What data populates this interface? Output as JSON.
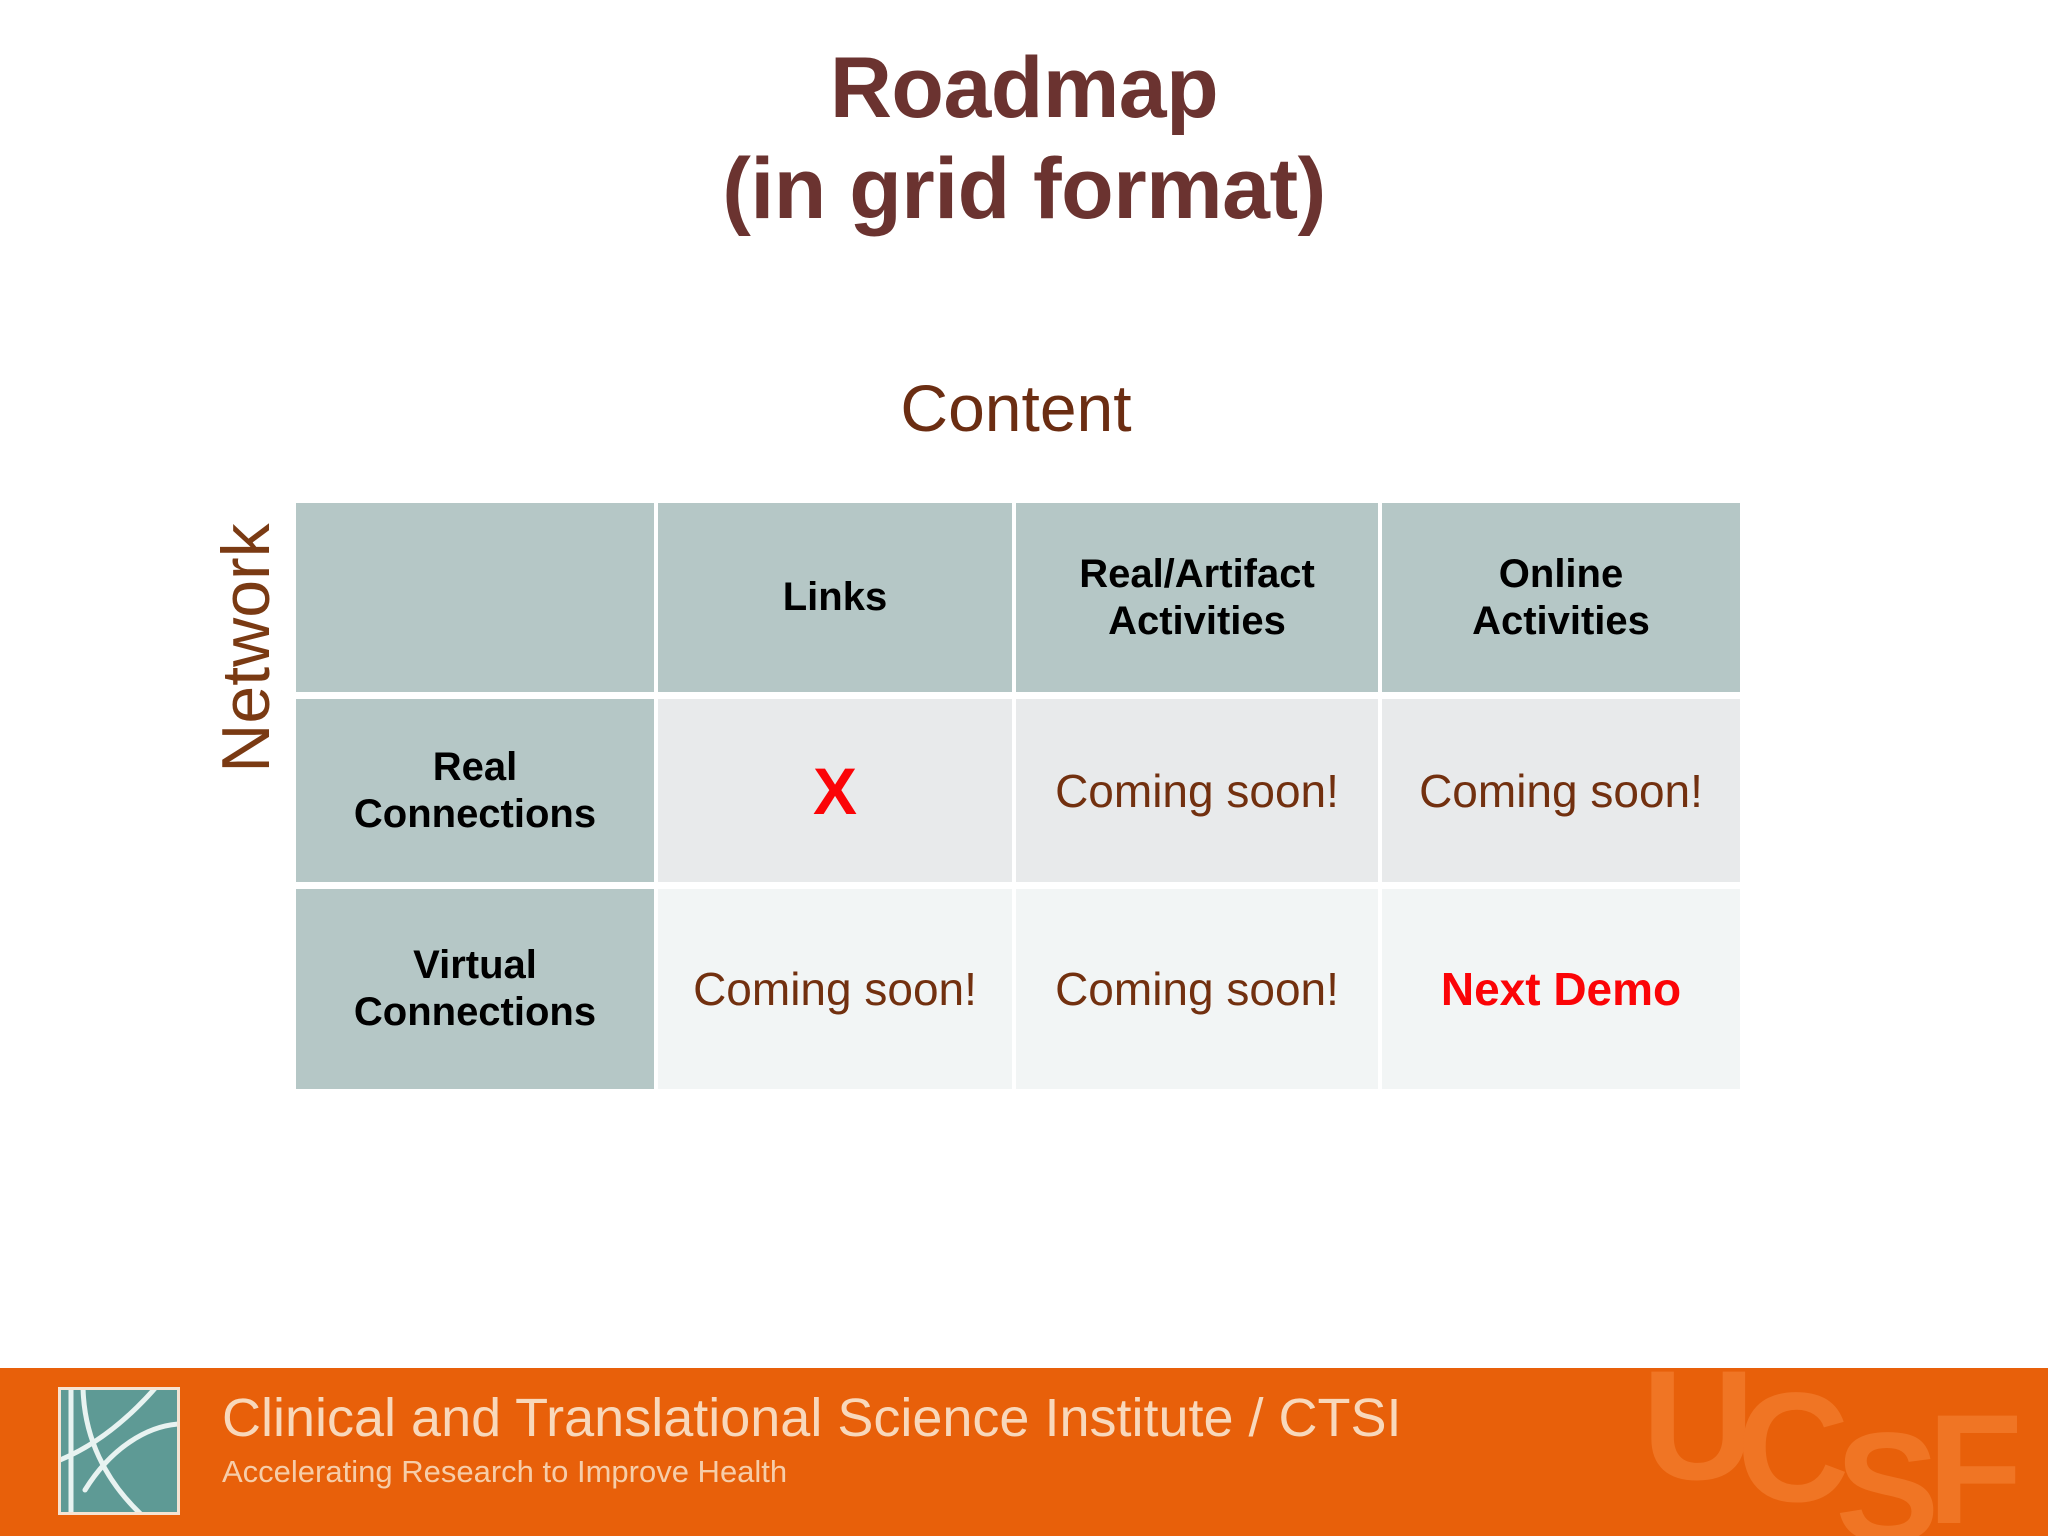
{
  "title": {
    "line1": "Roadmap",
    "line2": "(in grid format)",
    "color": "#6b3330"
  },
  "axes": {
    "column_axis_label": "Content",
    "row_axis_label": "Network",
    "label_color": "#6b2d12"
  },
  "grid": {
    "corner_cell": "",
    "column_headers": [
      "Links",
      "Real/Artifact Activities",
      "Online Activities"
    ],
    "column_headers_lines": [
      [
        "Links"
      ],
      [
        "Real/Artifact",
        "Activities"
      ],
      [
        "Online",
        "Activities"
      ]
    ],
    "rows": [
      {
        "header_lines": [
          "Real",
          "Connections"
        ],
        "cells": [
          {
            "text": "X",
            "style": "x-mark"
          },
          {
            "text": "Coming soon!",
            "style": "soon"
          },
          {
            "text": "Coming soon!",
            "style": "soon"
          }
        ]
      },
      {
        "header_lines": [
          "Virtual",
          "Connections"
        ],
        "cells": [
          {
            "text": "Coming soon!",
            "style": "soon"
          },
          {
            "text": "Coming soon!",
            "style": "soon"
          },
          {
            "text": "Next Demo",
            "style": "demo"
          }
        ]
      }
    ],
    "colors": {
      "header_bg": "#b5c7c6",
      "row1_bg": "#e8eaeb",
      "row2_bg": "#f2f5f5",
      "header_text": "#000000",
      "soon_text": "#72300f",
      "highlight_text": "#fb0407"
    }
  },
  "footer": {
    "title": "Clinical and Translational Science Institute / CTSI",
    "tagline": "Accelerating Research to Improve Health",
    "watermark": {
      "u": "U",
      "c": "C",
      "s": "S",
      "f": "F"
    },
    "colors": {
      "bar": "#e8600a",
      "title_text": "#f8d8bb",
      "tagline_text": "#f6cda9",
      "logo_tile": "#5e9a95",
      "watermark": "#f07524"
    }
  }
}
